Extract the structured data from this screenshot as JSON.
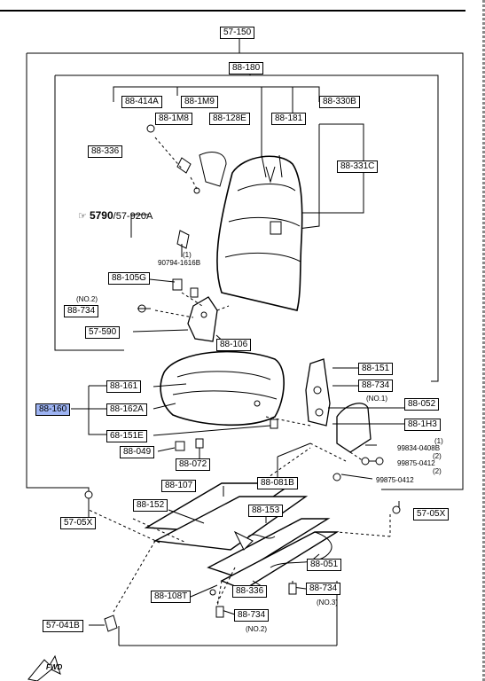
{
  "colors": {
    "highlight": "#9db3f2",
    "line": "#000000"
  },
  "labels": {
    "l57_150": "57-150",
    "l88_180": "88-180",
    "l88_414A": "88-414A",
    "l88_1M9": "88-1M9",
    "l88_330B": "88-330B",
    "l88_1M8": "88-1M8",
    "l88_128E": "88-128E",
    "l88_181": "88-181",
    "l88_336_top": "88-336",
    "l88_331C": "88-331C",
    "l88_105G": "88-105G",
    "l88_734_a": "88-734",
    "l57_590": "57-590",
    "l88_106": "88-106",
    "l88_151": "88-151",
    "l88_734_b": "88-734",
    "l88_161": "88-161",
    "l88_160": "88-160",
    "l88_162A": "88-162A",
    "l88_052": "88-052",
    "l88_1H3": "88-1H3",
    "l68_151E": "68-151E",
    "l88_049": "88-049",
    "l88_072": "88-072",
    "l88_107": "88-107",
    "l88_081B": "88-081B",
    "l88_152": "88-152",
    "l88_153": "88-153",
    "l57_05X_left": "57-05X",
    "l57_05X_right": "57-05X",
    "l88_051": "88-051",
    "l88_108T": "88-108T",
    "l88_336_bottom": "88-336",
    "l88_734_c": "88-734",
    "l88_734_d": "88-734",
    "l57_041B": "57-041B"
  },
  "notes": {
    "n_no2_top": "(NO.2)",
    "n_no1": "(NO.1)",
    "n_1": "(1)",
    "n_90794": "90794-1616B",
    "n_1b": "(1)",
    "n_99834": "99834-0408B",
    "n_2": "(2)",
    "n_99875a": "99875-0412",
    "n_2b": "(2)",
    "n_99875b": "99875-0412",
    "n_no3": "(NO.3)",
    "n_no2_bottom": "(NO.2)",
    "fwd": "FWD"
  },
  "ref": {
    "number": "5790",
    "code": "/57-920A"
  },
  "icons": [
    "reference-pointer-icon",
    "fwd-arrow-icon"
  ]
}
